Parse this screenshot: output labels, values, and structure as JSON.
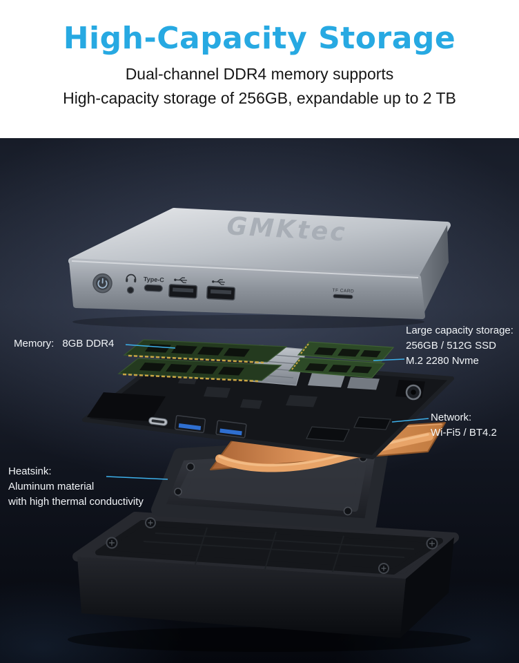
{
  "header": {
    "title": "High-Capacity Storage",
    "subtitle_line1": "Dual-channel DDR4 memory supports",
    "subtitle_line2": "High-capacity storage of 256GB, expandable up to 2 TB"
  },
  "device": {
    "brand": "GMKtec",
    "front_panel": {
      "type_c_label": "Type-C",
      "tf_card_label": "TF CARD"
    }
  },
  "callouts": {
    "memory": {
      "label": "Memory:",
      "value": "8GB DDR4"
    },
    "storage": {
      "line1": "Large capacity storage:",
      "line2": "256GB / 512G SSD",
      "line3": "M.2 2280 Nvme"
    },
    "network": {
      "line1": "Network:",
      "line2": "Wi-Fi5 / BT4.2"
    },
    "heatsink": {
      "line1": "Heatsink:",
      "line2": "Aluminum material",
      "line3": "with high thermal conductivity"
    }
  },
  "colors": {
    "title_blue": "#27a9e2",
    "leader_line_blue": "#3db1ec",
    "copper": "#e49a5f",
    "background_top": "#232937",
    "background_bottom": "#05070d"
  }
}
